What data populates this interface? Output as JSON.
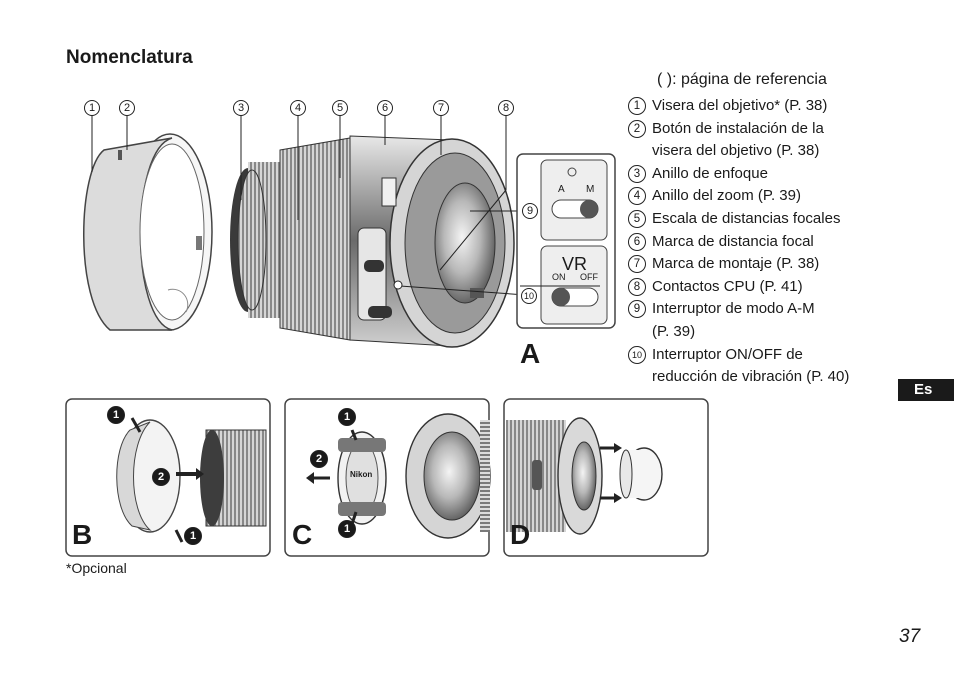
{
  "section_title": "Nomenclatura",
  "reference_note": "(      ): página de referencia",
  "legend": [
    {
      "num": "1",
      "text": "Visera del objetivo* (P. 38)"
    },
    {
      "num": "2",
      "text": "Botón de instalación de la\nvisera del objetivo (P. 38)"
    },
    {
      "num": "3",
      "text": "Anillo de enfoque"
    },
    {
      "num": "4",
      "text": "Anillo del zoom (P. 39)"
    },
    {
      "num": "5",
      "text": "Escala de distancias focales"
    },
    {
      "num": "6",
      "text": "Marca de distancia focal"
    },
    {
      "num": "7",
      "text": "Marca de montaje (P. 38)"
    },
    {
      "num": "8",
      "text": "Contactos CPU (P. 41)"
    },
    {
      "num": "9",
      "text": "Interruptor de modo A-M\n(P. 39)"
    },
    {
      "num": "10",
      "text": "Interruptor ON/OFF de\nreducción de vibración (P. 40)"
    }
  ],
  "callouts_top": [
    "1",
    "2",
    "3",
    "4",
    "5",
    "6",
    "7",
    "8"
  ],
  "callouts_side": [
    "9",
    "10"
  ],
  "figure_labels": {
    "a": "A",
    "b": "B",
    "c": "C",
    "d": "D"
  },
  "switch_labels": {
    "am_a": "A",
    "am_m": "M",
    "vr": "VR",
    "on": "ON",
    "off": "OFF",
    "cap_brand": "Nikon"
  },
  "step_numbers": {
    "b1_top": "1",
    "b2": "2",
    "b1_bottom": "1",
    "c1_top": "1",
    "c2": "2",
    "c1_bottom": "1"
  },
  "language_tab": "Es",
  "footnote": "*Opcional",
  "page_number": "37"
}
